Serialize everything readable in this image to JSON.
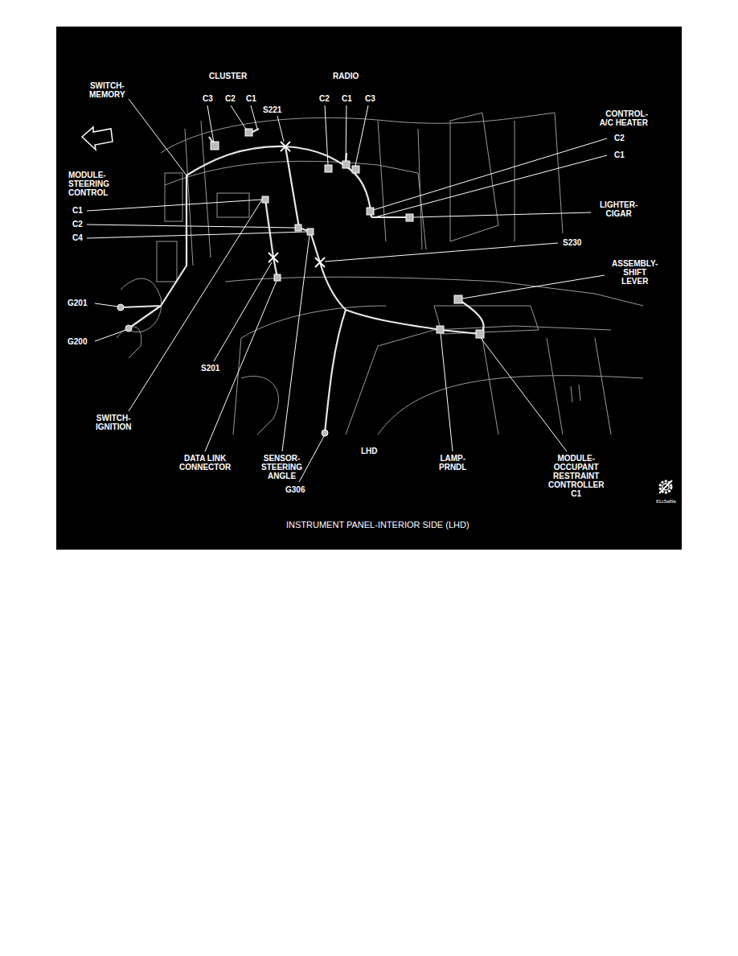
{
  "diagram": {
    "caption": "INSTRUMENT PANEL-INTERIOR SIDE  (LHD)",
    "labels": [
      "SWITCH- MEMORY",
      "CLUSTER",
      "C3",
      "C2",
      "C1",
      "RADIO",
      "C2",
      "C1",
      "C3",
      "S221",
      "CONTROL- A/C HEATER",
      "C2",
      "C1",
      "MODULE- STEERING CONTROL",
      "C1",
      "C2",
      "C4",
      "LIGHTER- CIGAR",
      "S230",
      "ASSEMBLY- SHIFT LEVER",
      "G201",
      "G200",
      "S201",
      "SWITCH- IGNITION",
      "DATA LINK CONNECTOR",
      "SENSOR- STEERING ANGLE",
      "G306",
      "LHD",
      "LAMP- PRNDL",
      "MODULE- OCCUPANT RESTRAINT CONTROLLER C1",
      "81c5a8fa"
    ]
  }
}
